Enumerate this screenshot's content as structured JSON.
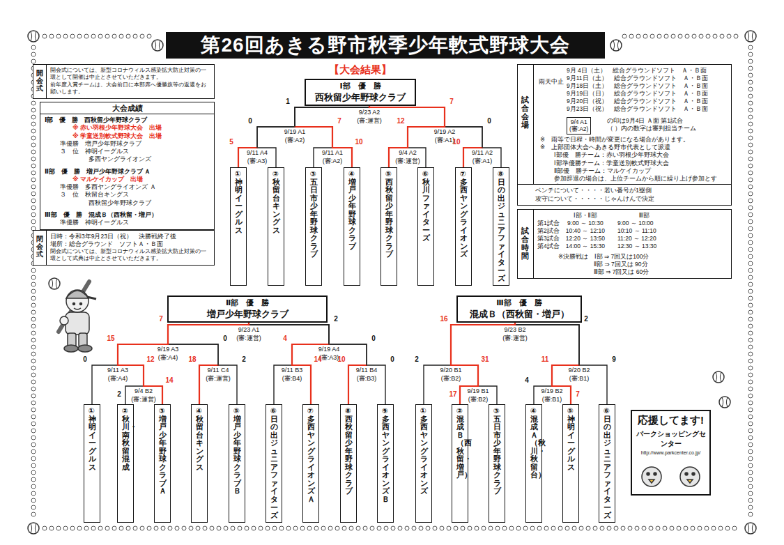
{
  "diagram": {
    "title": "第26回あきる野市秋季少年軟式野球大会",
    "nodes": [
      {
        "text": [
          "開会式",
          "開会式については、新型コロナウィルス感染拡大防止対策の一環として開催は中止とさせていただきます。",
          "前年度入賞チームは、大会前日に本部席へ優勝旗等の返還をお願いします。"
        ]
      },
      {
        "text": [
          "大会成績",
          "Ⅰ部　優　勝　西秋留少年野球クラブ",
          "※ 赤い羽根少年野球大会　出場",
          "※ 学童送別軟式野球大会　出場",
          "準優勝　増戸少年野球クラブ",
          "３　位　神明イーグルス",
          "多西ヤングライオンズ",
          "Ⅱ部　優　勝　増戸少年野球クラブ Ａ",
          "※ マルケイカップ　出場",
          "準優勝　多西ヤングライオンズ Ａ",
          "３　位　秋留台キングス",
          "西秋留少年野球クラブ",
          "Ⅲ部　優　勝　混成Ｂ（西秋留・増戸）",
          "準優勝　神明イーグルス"
        ]
      },
      {
        "text": [
          "閉会式",
          "日時：令和3年9月23日（祝）　決勝戦終了後",
          "場所：総合グラウンド　ソフトＡ・Ｂ面",
          "閉会式については、新型コロナウィルス感染拡大防止対策の一環として式典は中止とさせていただきます。"
        ]
      },
      {
        "text": [
          "Ⅰ部　優　勝",
          "西秋留少年野球クラブ"
        ]
      },
      {
        "text": [
          "①神明イーグルス"
        ]
      },
      {
        "text": [
          "②秋留台キングス"
        ]
      },
      {
        "text": [
          "③五日市少年野球クラブ"
        ]
      },
      {
        "text": [
          "④増戸少年野球クラブ"
        ]
      },
      {
        "text": [
          "⑤西秋留少年野球クラブ"
        ]
      },
      {
        "text": [
          "⑥秋川ファイターズ"
        ]
      },
      {
        "text": [
          "⑦多西ヤングライオンズ"
        ]
      },
      {
        "text": [
          "⑧日の出ジュニアファイターズ"
        ]
      },
      {
        "text": [
          "Ⅱ部　優　勝",
          "増戸少年野球クラブ"
        ]
      },
      {
        "text": [
          "①神明イーグルス"
        ]
      },
      {
        "text": [
          "②秋川・南秋留　混成"
        ]
      },
      {
        "text": [
          "③増戸少年野球クラブＡ"
        ]
      },
      {
        "text": [
          "④秋留台キングス"
        ]
      },
      {
        "text": [
          "⑤増戸少年野球クラブＢ"
        ]
      },
      {
        "text": [
          "⑥日の出ジュニアファイターズ"
        ]
      },
      {
        "text": [
          "⑦多西ヤングライオンズＡ"
        ]
      },
      {
        "text": [
          "⑧西秋留少年野球クラブ"
        ]
      },
      {
        "text": [
          "⑨多西ヤングライオンズＢ"
        ]
      },
      {
        "text": [
          "Ⅲ部　優　勝",
          "混成Ｂ（西秋留・増戸）"
        ]
      },
      {
        "text": [
          "①多西ヤングライオンズ"
        ]
      },
      {
        "text": [
          "②混成Ｂ（西秋留・増戸）"
        ]
      },
      {
        "text": [
          "③五日市少年野球クラブ"
        ]
      },
      {
        "text": [
          "④混成Ａ（秋川・秋留台）"
        ]
      },
      {
        "text": [
          "⑤神明イーグルス"
        ]
      },
      {
        "text": [
          "⑥日の出ジュニアファイターズ"
        ]
      },
      {
        "text": [
          "試合会場",
          "9月 4日（土）　総合グラウンドソフト　Ａ・Ｂ面",
          "9月11日（土）　総合グラウンドソフト　Ａ・Ｂ面",
          "9月18日（土）　総合グラウンドソフト　Ａ・Ｂ面",
          "9月19日（日）　総合グラウンドソフト　Ａ・Ｂ面",
          "9月20日（祝）　総合グラウンドソフト　Ａ・Ｂ面",
          "9月23日（祝）　総合グラウンドソフト　Ａ・Ｂ面",
          "雨天中止",
          "の印は9月4日 Ａ面 第1試合",
          "（ ）内の数字は審判担当チーム",
          "※　雨等で日程・時間が変更になる場合があります。",
          "※　上部団体大会へあきる野市代表として派遣",
          "Ⅰ部優　勝チーム：赤い羽根少年野球大会",
          "Ⅰ部準優勝チーム：学童送別軟式野球大会",
          "Ⅱ部優　勝チーム：マルケイカップ",
          "参加辞退の場合は、上位チームから順に繰り上げ参加とする。"
        ]
      },
      {
        "text": [
          "9/4 A1",
          "(審:A2)"
        ],
        "in": 29
      },
      {
        "text": [
          "ベンチについて・・・・若い番号が1塁側",
          "攻守について・・・・・じゃんけんで決定"
        ]
      },
      {
        "text": [
          "試合時間",
          "Ⅰ部・Ⅱ部",
          "Ⅲ部",
          "第1試合　 9:00 ～ 10:30　　 9:00 ～ 10:00",
          "第2試合　10:40 ～ 12:10　　10:10 ～ 11:10",
          "第3試合　12:20 ～ 13:50　　11:20 ～ 12:20",
          "第4試合　14:00 ～ 15:30　　12:30 ～ 13:30",
          "※決勝戦は　Ⅰ部 ⇒ 7回又は100分",
          "Ⅱ部 ⇒ 7回又は 90分",
          "Ⅲ部 ⇒ 7回又は 60分"
        ]
      },
      {
        "text": [
          "応援してます!",
          "パークショッピングセンター",
          "http://www.parkcenter.co.jp/"
        ]
      }
    ],
    "edges": [
      {
        "from": 4,
        "to": 3,
        "arrow": "none"
      },
      {
        "from": 5,
        "to": 3,
        "arrow": "none"
      },
      {
        "from": 6,
        "to": 3,
        "arrow": "none"
      },
      {
        "from": 7,
        "to": 3,
        "arrow": "none"
      },
      {
        "from": 8,
        "to": 3,
        "arrow": "none"
      },
      {
        "from": 9,
        "to": 3,
        "arrow": "none"
      },
      {
        "from": 10,
        "to": 3,
        "arrow": "none"
      },
      {
        "from": 11,
        "to": 3,
        "arrow": "none"
      },
      {
        "from": 13,
        "to": 12,
        "arrow": "none"
      },
      {
        "from": 14,
        "to": 12,
        "arrow": "none"
      },
      {
        "from": 15,
        "to": 12,
        "arrow": "none"
      },
      {
        "from": 16,
        "to": 12,
        "arrow": "none"
      },
      {
        "from": 17,
        "to": 12,
        "arrow": "none"
      },
      {
        "from": 18,
        "to": 12,
        "arrow": "none"
      },
      {
        "from": 19,
        "to": 12,
        "arrow": "none"
      },
      {
        "from": 20,
        "to": 12,
        "arrow": "none"
      },
      {
        "from": 21,
        "to": 12,
        "arrow": "none"
      },
      {
        "from": 23,
        "to": 22,
        "arrow": "none"
      },
      {
        "from": 24,
        "to": 22,
        "arrow": "none"
      },
      {
        "from": 25,
        "to": 22,
        "arrow": "none"
      },
      {
        "from": 26,
        "to": 22,
        "arrow": "none"
      },
      {
        "from": 27,
        "to": 22,
        "arrow": "none"
      },
      {
        "from": 28,
        "to": 22,
        "arrow": "none"
      }
    ],
    "labels": [
      "【大会結果】",
      "1",
      "9/23 A2",
      "(審:運営)",
      "7",
      "0",
      "9/19 A1",
      "(審:A2)",
      "7",
      "12",
      "9/19 A2",
      "(審:A1)",
      "0",
      "5",
      "9/11 A4",
      "(審:A3)",
      "9/11 A1",
      "(審:A2)",
      "10",
      "9/4 A2",
      "(審:運営)",
      "10",
      "9/11 A2",
      "(審:A1)",
      "7",
      "9/23 A1",
      "(審:運営)",
      "2",
      "15",
      "9/19 A3",
      "(審:A4)",
      "0",
      "4",
      "9/19 A4",
      "(審:A3)",
      "0",
      "0",
      "9/11 A3",
      "(審:A4)",
      "12",
      "2",
      "9/4 B2",
      "(審:運営)",
      "14",
      "18",
      "9/11 C4",
      "(審:運営)",
      "2",
      "9/11 B3",
      "(審:B4)",
      "14",
      "10",
      "9/11 B4",
      "(審:B3)",
      "0",
      "16",
      "9/23 B2",
      "(審:運営)",
      "2",
      "2",
      "9/20 B1",
      "(審:B2)",
      "31",
      "17",
      "9/19 B1",
      "(審:B2)",
      "11",
      "9/20 B2",
      "(審:B1)",
      "9",
      "4",
      "9/19 B2",
      "(審:B1)",
      "7"
    ]
  }
}
